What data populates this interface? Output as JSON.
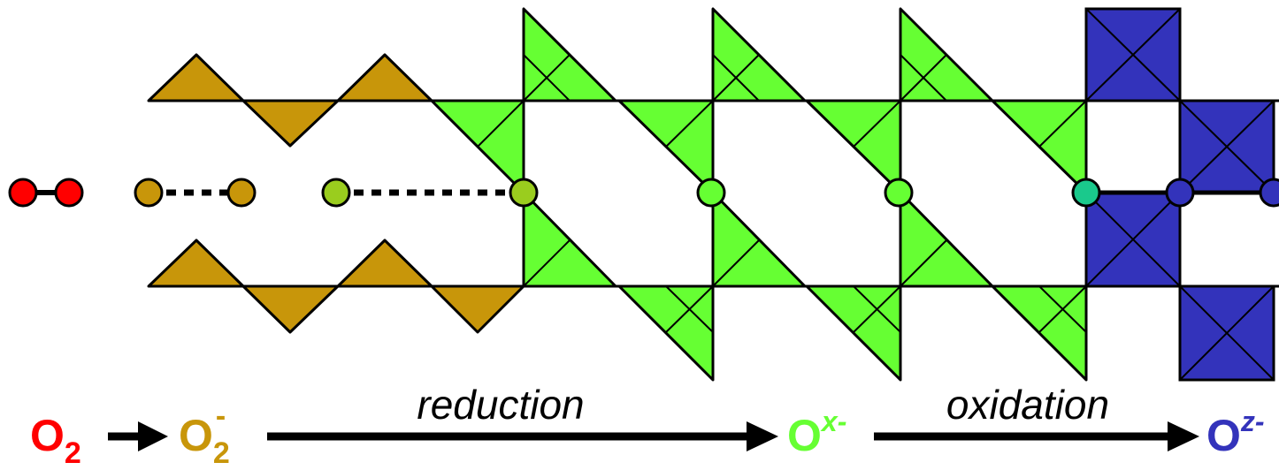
{
  "colors": {
    "o2": "#ff0000",
    "superoxide": "#c8960a",
    "intermediate": "#9acd1e",
    "lattice": "#66ff33",
    "transition": "#1ac98c",
    "oxidized": "#3333bb",
    "outline": "#000000"
  },
  "labels": {
    "o2_base": "O",
    "o2_sub": "2",
    "superoxide_base": "O",
    "superoxide_sub": "2",
    "superoxide_sup": "-",
    "ox_base": "O",
    "ox_sup": "x-",
    "oz_base": "O",
    "oz_sup": "z-",
    "reduction": "reduction",
    "oxidation": "oxidation"
  }
}
